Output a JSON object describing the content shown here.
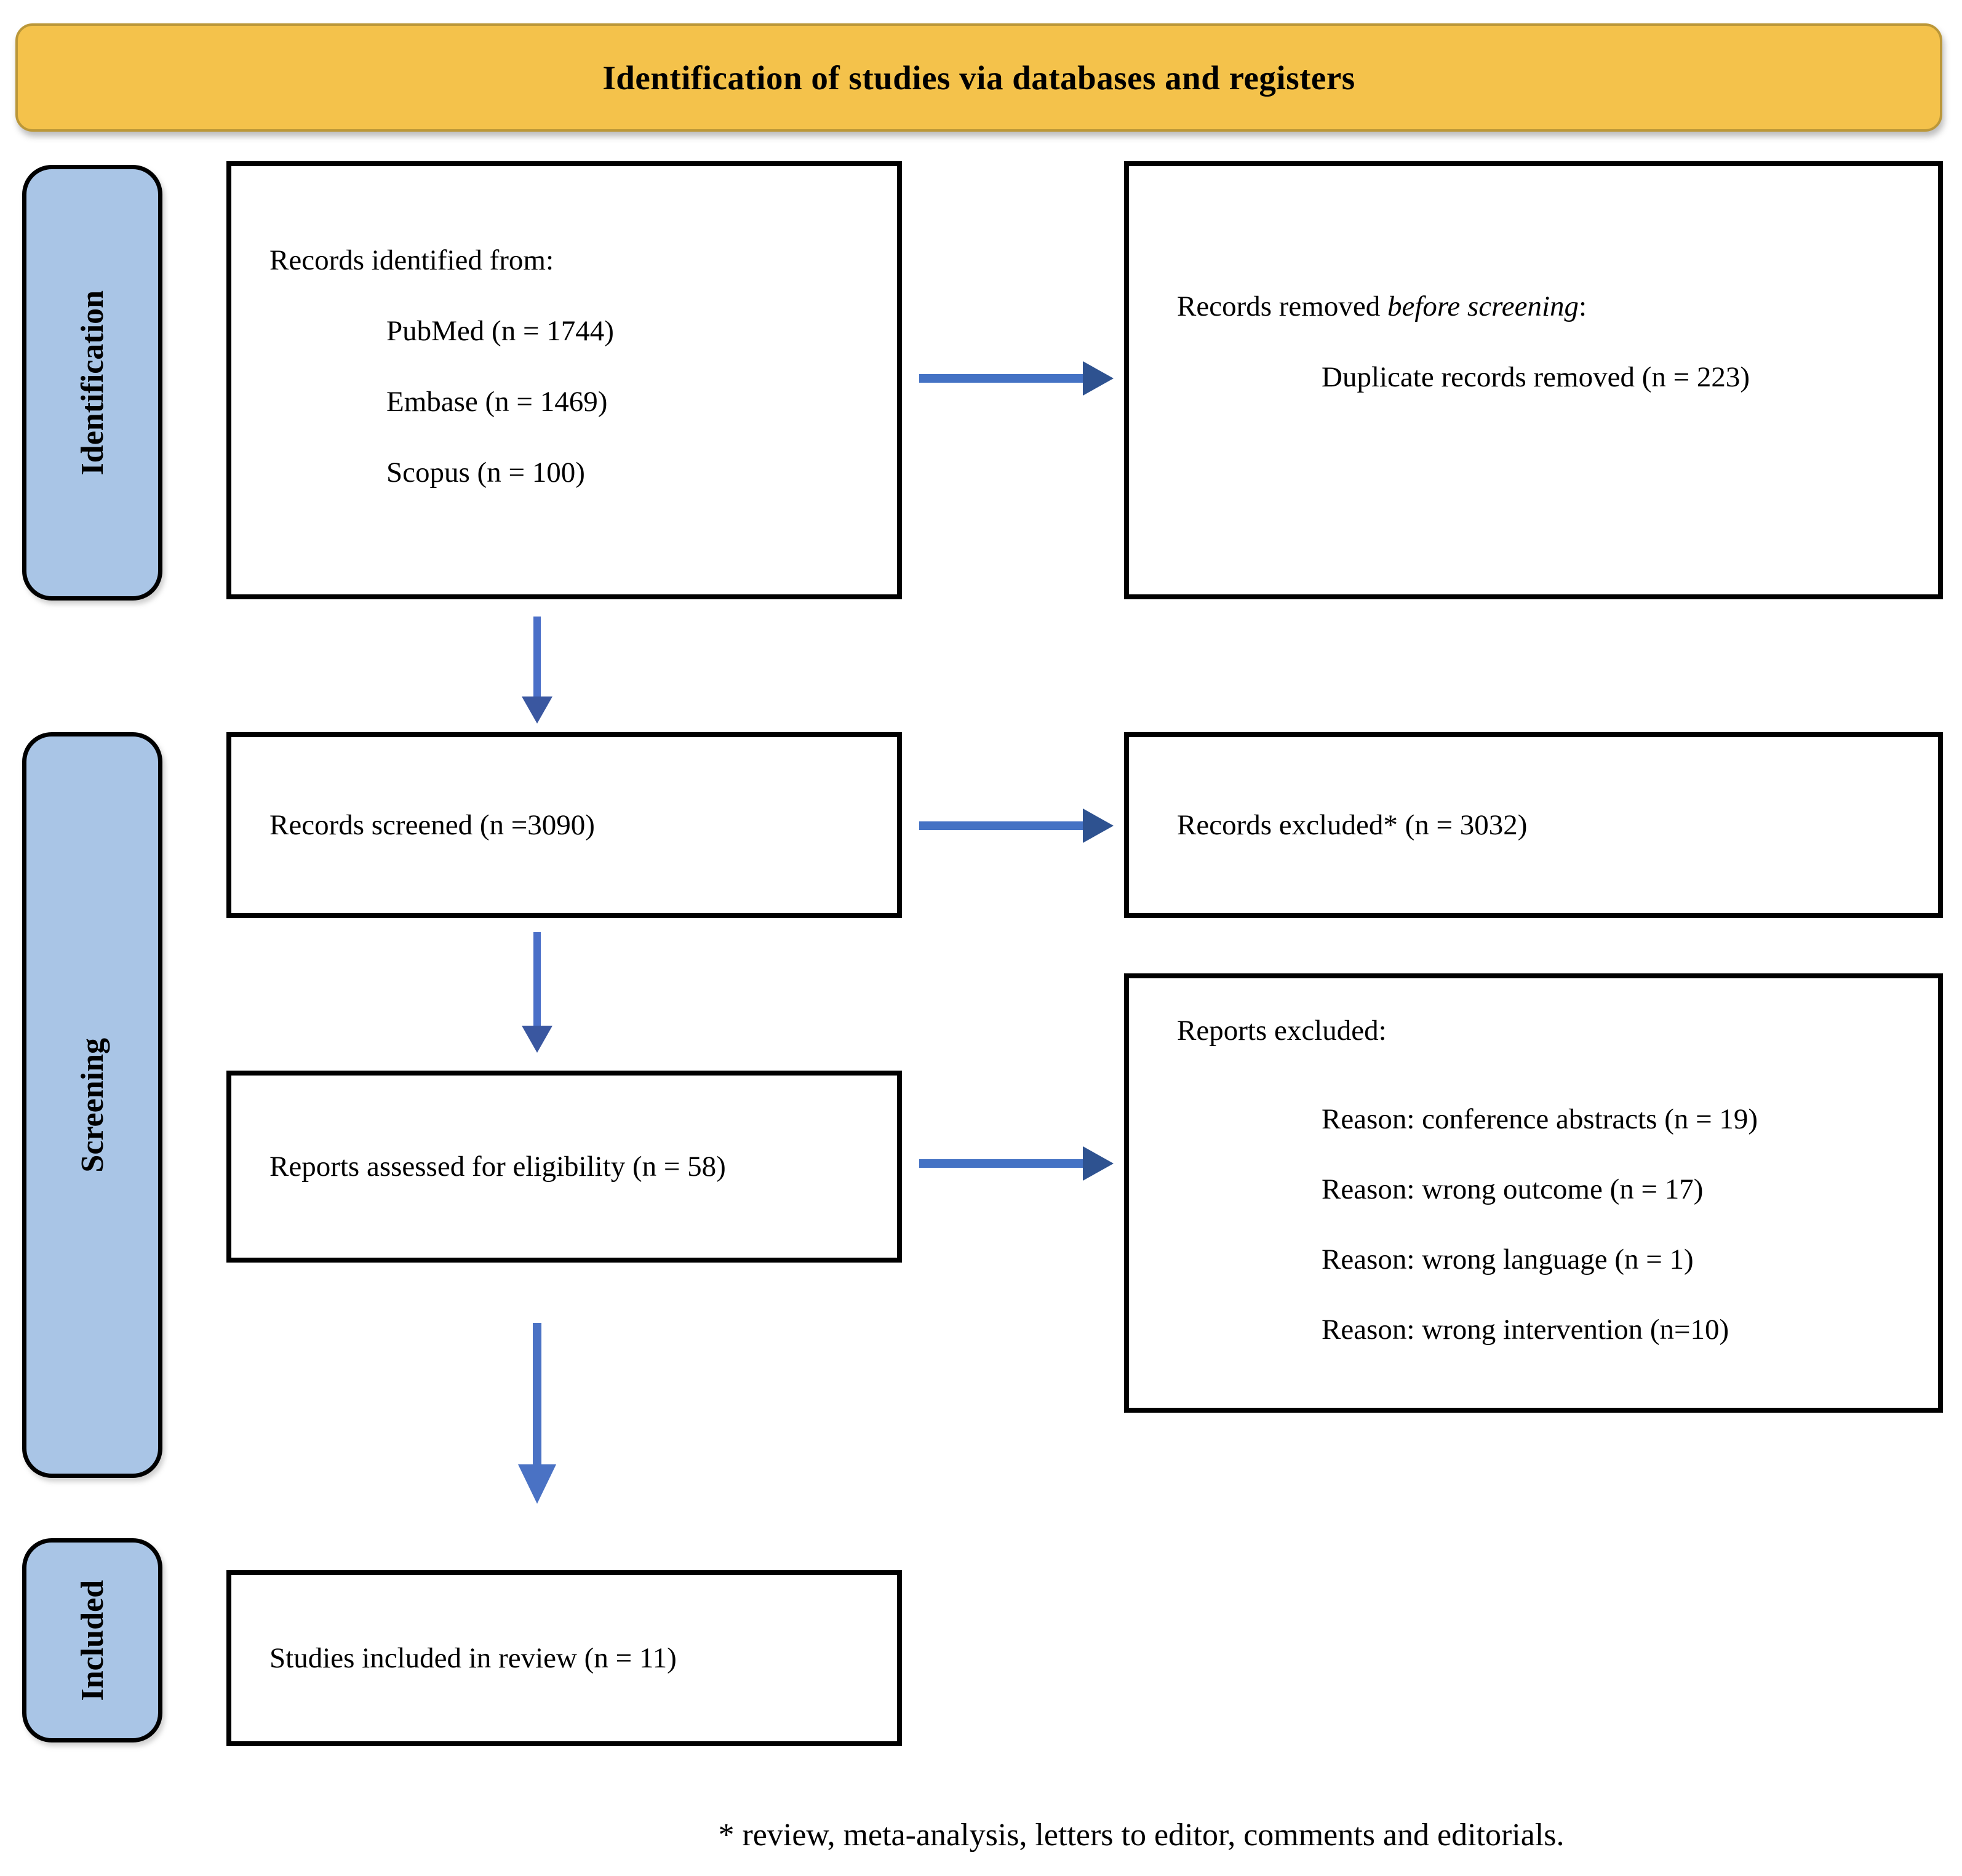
{
  "banner": {
    "title": "Identification of studies via databases and registers"
  },
  "stages": [
    {
      "label": "Identification"
    },
    {
      "label": "Screening"
    },
    {
      "label": "Included"
    }
  ],
  "boxes": {
    "identified": {
      "heading": "Records identified from:",
      "items": [
        "PubMed (n = 1744)",
        "Embase (n = 1469)",
        "Scopus (n = 100)"
      ]
    },
    "removed_before_screening": {
      "heading_prefix": "Records removed ",
      "heading_italic": "before screening",
      "heading_suffix": ":",
      "items": [
        "Duplicate records removed (n = 223)"
      ]
    },
    "screened": {
      "text": "Records screened (n =3090)"
    },
    "records_excluded": {
      "text": "Records excluded* (n = 3032)"
    },
    "assessed": {
      "text": "Reports assessed for eligibility (n = 58)"
    },
    "reports_excluded": {
      "heading": "Reports excluded:",
      "items": [
        "Reason: conference abstracts (n = 19)",
        "Reason: wrong outcome (n = 17)",
        "Reason: wrong language (n = 1)",
        "Reason: wrong intervention (n=10)"
      ]
    },
    "included": {
      "text": "Studies included in review (n = 11)"
    }
  },
  "footnote": "* review, meta-analysis, letters to editor, comments and editorials.",
  "colors": {
    "banner_bg": "#f4c24b",
    "banner_border": "#bb9738",
    "stage_tab_bg": "#a9c5e6",
    "box_border": "#000000",
    "arrow_blue": "#4472c4",
    "arrow_head_dark": "#2e5290"
  }
}
